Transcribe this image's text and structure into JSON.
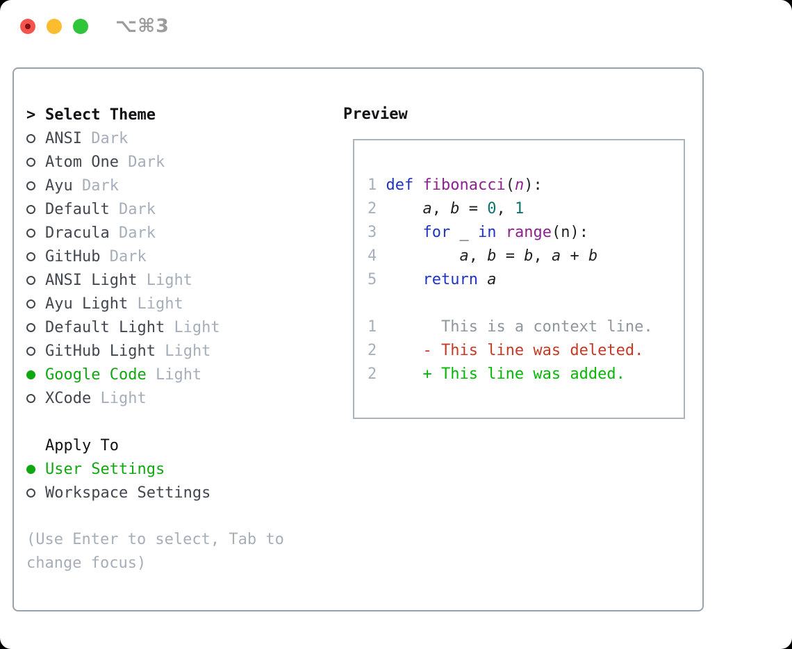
{
  "window": {
    "title": "⌥⌘3",
    "traffic_lights": [
      "close",
      "minimize",
      "zoom"
    ]
  },
  "theme_panel": {
    "header_prompt": ">",
    "header": "Select Theme",
    "themes": [
      {
        "name": "ANSI",
        "variant": "Dark",
        "selected": false
      },
      {
        "name": "Atom One",
        "variant": "Dark",
        "selected": false
      },
      {
        "name": "Ayu",
        "variant": "Dark",
        "selected": false
      },
      {
        "name": "Default",
        "variant": "Dark",
        "selected": false
      },
      {
        "name": "Dracula",
        "variant": "Dark",
        "selected": false
      },
      {
        "name": "GitHub",
        "variant": "Dark",
        "selected": false
      },
      {
        "name": "ANSI Light",
        "variant": "Light",
        "selected": false
      },
      {
        "name": "Ayu Light",
        "variant": "Light",
        "selected": false
      },
      {
        "name": "Default Light",
        "variant": "Light",
        "selected": false
      },
      {
        "name": "GitHub Light",
        "variant": "Light",
        "selected": false
      },
      {
        "name": "Google Code",
        "variant": "Light",
        "selected": true
      },
      {
        "name": "XCode",
        "variant": "Light",
        "selected": false
      }
    ]
  },
  "apply_panel": {
    "header": "Apply To",
    "options": [
      {
        "name": "User Settings",
        "selected": true
      },
      {
        "name": "Workspace Settings",
        "selected": false
      }
    ]
  },
  "footer": {
    "line1": "(Use Enter to select, Tab to",
    "line2": "change focus)"
  },
  "preview": {
    "title": "Preview",
    "lines": [
      {
        "num": "1",
        "segs": [
          {
            "t": "def",
            "r": "keyword"
          },
          {
            "t": " ",
            "r": "plain"
          },
          {
            "t": "fibonacci",
            "r": "function"
          },
          {
            "t": "(",
            "r": "plain"
          },
          {
            "t": "n",
            "r": "param"
          },
          {
            "t": "):",
            "r": "plain"
          }
        ]
      },
      {
        "num": "2",
        "segs": [
          {
            "t": "    ",
            "r": "plain"
          },
          {
            "t": "a",
            "r": "ident"
          },
          {
            "t": ", ",
            "r": "plain"
          },
          {
            "t": "b",
            "r": "ident"
          },
          {
            "t": " = ",
            "r": "plain"
          },
          {
            "t": "0",
            "r": "number"
          },
          {
            "t": ", ",
            "r": "plain"
          },
          {
            "t": "1",
            "r": "number"
          }
        ]
      },
      {
        "num": "3",
        "segs": [
          {
            "t": "    ",
            "r": "plain"
          },
          {
            "t": "for",
            "r": "keyword"
          },
          {
            "t": " ",
            "r": "plain"
          },
          {
            "t": "_",
            "r": "ident"
          },
          {
            "t": " ",
            "r": "plain"
          },
          {
            "t": "in",
            "r": "keyword"
          },
          {
            "t": " ",
            "r": "plain"
          },
          {
            "t": "range",
            "r": "function"
          },
          {
            "t": "(n):",
            "r": "plain"
          }
        ]
      },
      {
        "num": "4",
        "segs": [
          {
            "t": "        ",
            "r": "plain"
          },
          {
            "t": "a",
            "r": "ident"
          },
          {
            "t": ", ",
            "r": "plain"
          },
          {
            "t": "b",
            "r": "ident"
          },
          {
            "t": " = ",
            "r": "plain"
          },
          {
            "t": "b",
            "r": "ident"
          },
          {
            "t": ", ",
            "r": "plain"
          },
          {
            "t": "a",
            "r": "ident"
          },
          {
            "t": " + ",
            "r": "plain"
          },
          {
            "t": "b",
            "r": "ident"
          }
        ]
      },
      {
        "num": "5",
        "segs": [
          {
            "t": "    ",
            "r": "plain"
          },
          {
            "t": "return",
            "r": "keyword"
          },
          {
            "t": " ",
            "r": "plain"
          },
          {
            "t": "a",
            "r": "ident"
          }
        ]
      },
      {
        "num": "",
        "segs": []
      },
      {
        "num": "1",
        "segs": [
          {
            "t": "      This is a context line.",
            "r": "context"
          }
        ]
      },
      {
        "num": "2",
        "segs": [
          {
            "t": "    - This line was deleted.",
            "r": "deleted"
          }
        ]
      },
      {
        "num": "2",
        "segs": [
          {
            "t": "    + This line was added.",
            "r": "added"
          }
        ]
      }
    ]
  },
  "colors": {
    "accent_green": "#10a810",
    "dim": "#a6aeba",
    "dark": "#42474f",
    "heading": "#101214",
    "ln": "#a6b0bc",
    "ctx": "#8e969e",
    "kw": "#1e34c4",
    "fn": "#8e2190",
    "numlit": "#0a746c",
    "code": "#1d2024",
    "del": "#c43a24",
    "add": "#02b902",
    "border_outer": "#99a1ab",
    "border_preview": "#abb3bd",
    "title_gray": "#9c9c9c",
    "tl_red": "#f5544d",
    "tl_red_dot": "#821014",
    "tl_yellow": "#fcbc2f",
    "tl_green": "#2fc53b"
  }
}
